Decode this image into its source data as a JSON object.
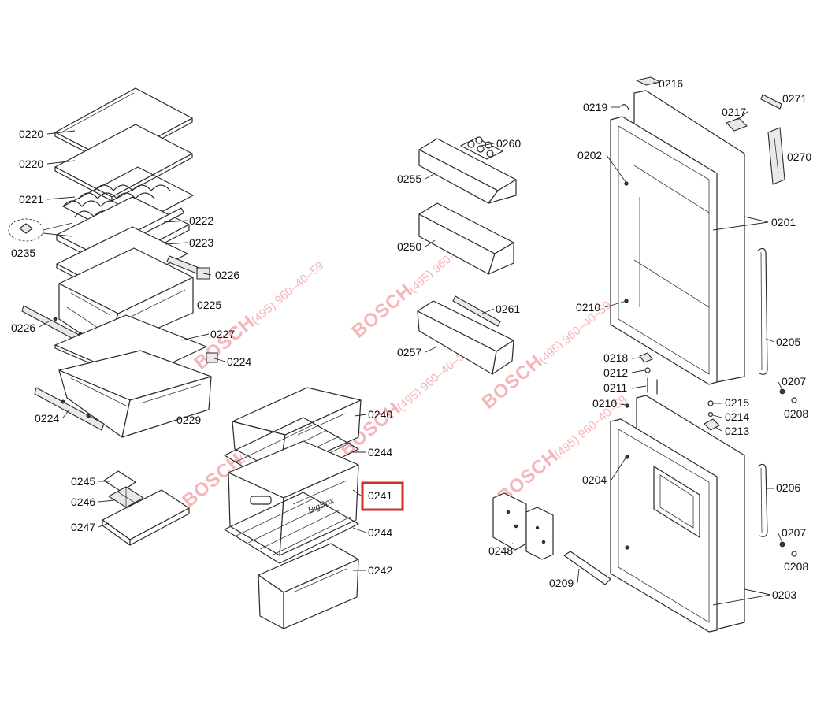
{
  "watermark": {
    "brand": "BOSCH",
    "phone": "(495) 960–40–59",
    "color": "#f4b6b6"
  },
  "highlight": {
    "label": "0241",
    "color": "#d62b2b"
  },
  "drawer_logo": "BigBox",
  "labels": {
    "l0220a": "0220",
    "l0220b": "0220",
    "l0221": "0221",
    "l0222": "0222",
    "l0223": "0223",
    "l0235": "0235",
    "l0226a": "0226",
    "l0225": "0225",
    "l0226b": "0226",
    "l0227": "0227",
    "l0224a": "0224",
    "l0224b": "0224",
    "l0229": "0229",
    "l0245": "0245",
    "l0246": "0246",
    "l0247": "0247",
    "l0260": "0260",
    "l0255": "0255",
    "l0250": "0250",
    "l0261": "0261",
    "l0257": "0257",
    "l0240": "0240",
    "l0244a": "0244",
    "l0241": "0241",
    "l0244b": "0244",
    "l0242": "0242",
    "l0248": "0248",
    "l0209": "0209",
    "l0216": "0216",
    "l0219": "0219",
    "l0217": "0217",
    "l0271": "0271",
    "l0202": "0202",
    "l0270": "0270",
    "l0201": "0201",
    "l0210a": "0210",
    "l0205": "0205",
    "l0218": "0218",
    "l0212": "0212",
    "l0211": "0211",
    "l0207a": "0207",
    "l0210b": "0210",
    "l0215": "0215",
    "l0208a": "0208",
    "l0214": "0214",
    "l0213": "0213",
    "l0204": "0204",
    "l0206": "0206",
    "l0207b": "0207",
    "l0208b": "0208",
    "l0203": "0203"
  }
}
